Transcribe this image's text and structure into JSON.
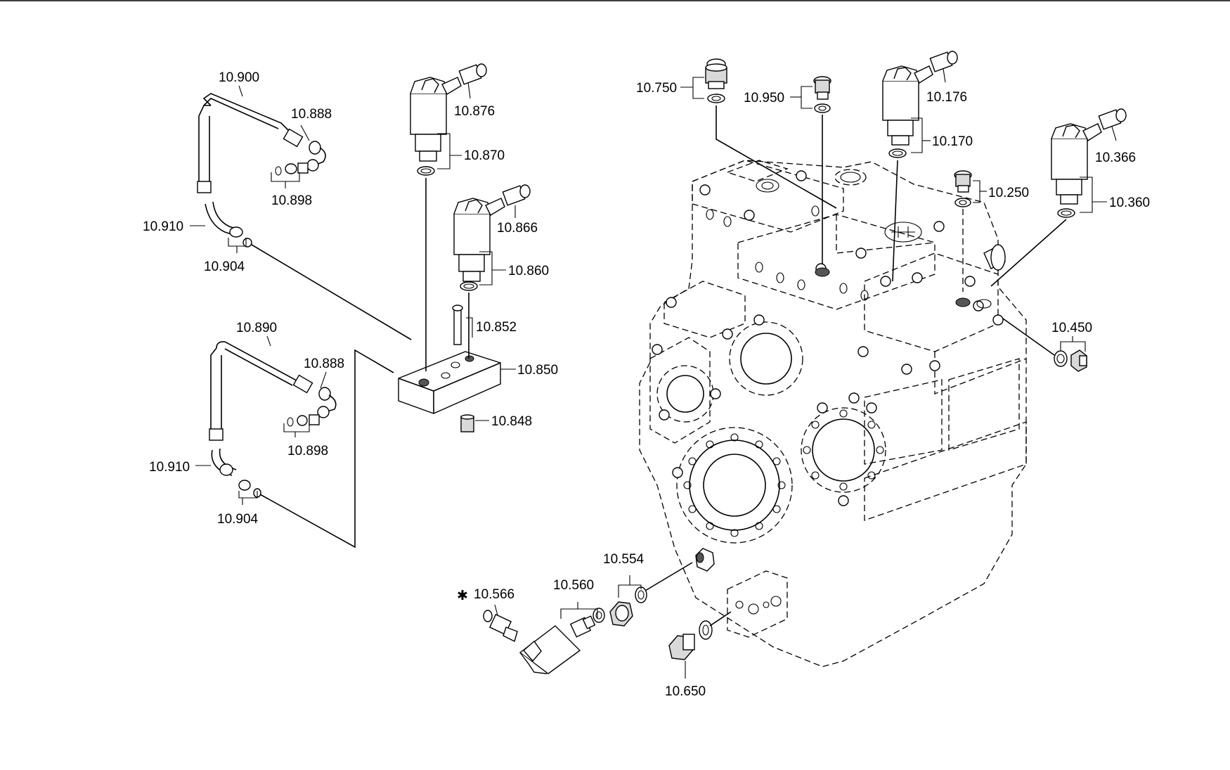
{
  "diagram": {
    "labels": {
      "p10900": "10.900",
      "p10888a": "10.888",
      "p10898a": "10.898",
      "p10910a": "10.910",
      "p10904a": "10.904",
      "p10890": "10.890",
      "p10888b": "10.888",
      "p10898b": "10.898",
      "p10910b": "10.910",
      "p10904b": "10.904",
      "p10876": "10.876",
      "p10870": "10.870",
      "p10866": "10.866",
      "p10860": "10.860",
      "p10852": "10.852",
      "p10850": "10.850",
      "p10848": "10.848",
      "p10750": "10.750",
      "p10950": "10.950",
      "p10176": "10.176",
      "p10170": "10.170",
      "p10366": "10.366",
      "p10360": "10.360",
      "p10250": "10.250",
      "p10450": "10.450",
      "p10554": "10.554",
      "p10560": "10.560",
      "p10566": "10.566",
      "p10650": "10.650"
    },
    "marker": "✱",
    "stroke_color": "#000000",
    "background_color": "#ffffff"
  }
}
